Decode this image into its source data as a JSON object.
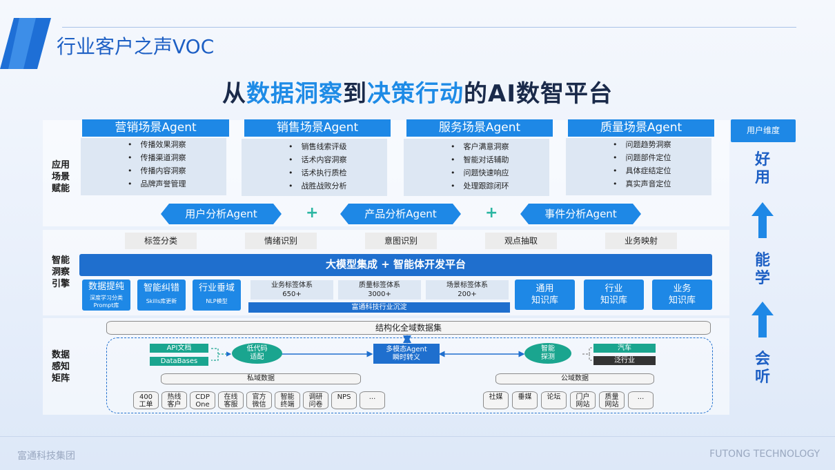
{
  "page_title": "行业客户之声VOC",
  "headline": {
    "p1": "从",
    "p2": "数据洞察",
    "p3": "到",
    "p4": "决策行动",
    "p5": "的AI数智平台"
  },
  "rows": {
    "application": "应用\n场景\n赋能",
    "insight": "智能\n洞察\n引擎",
    "data": "数据\n感知\n矩阵"
  },
  "scene_agents": [
    {
      "title": "营销场景Agent",
      "items": [
        "传播效果洞察",
        "传播渠道洞察",
        "传播内容洞察",
        "品牌声誉管理"
      ]
    },
    {
      "title": "销售场景Agent",
      "items": [
        "销售线索评级",
        "话术内容洞察",
        "话术执行质检",
        "战胜战败分析"
      ]
    },
    {
      "title": "服务场景Agent",
      "items": [
        "客户满意洞察",
        "智能对话辅助",
        "问题快速响应",
        "处理跟踪闭环"
      ]
    },
    {
      "title": "质量场景Agent",
      "items": [
        "问题趋势洞察",
        "问题部件定位",
        "具体症结定位",
        "真实声音定位"
      ]
    }
  ],
  "analysis_agents": [
    "用户分析Agent",
    "产品分析Agent",
    "事件分析Agent"
  ],
  "plus": "+",
  "capabilities": [
    "标签分类",
    "情绪识别",
    "意图识别",
    "观点抽取",
    "业务映射"
  ],
  "platform": "大模型集成 + 智能体开发平台",
  "engines": [
    {
      "title": "数据提纯",
      "sub": "深度学习分类\nPrompt库"
    },
    {
      "title": "智能纠错",
      "sub": "Skills库更新"
    },
    {
      "title": "行业垂域",
      "sub": "NLP模型"
    }
  ],
  "tag_systems": [
    {
      "name": "业务标签体系",
      "count": "650+"
    },
    {
      "name": "质量标签体系",
      "count": "3000+"
    },
    {
      "name": "场景标签体系",
      "count": "200+"
    }
  ],
  "sediment": "富通科技行业沉淀",
  "knowledge": [
    {
      "l1": "通用",
      "l2": "知识库"
    },
    {
      "l1": "行业",
      "l2": "知识库"
    },
    {
      "l1": "业务",
      "l2": "知识库"
    }
  ],
  "dataset": "结构化全域数据集",
  "left_inputs": [
    "API文档",
    "DataBases"
  ],
  "lowcode": {
    "l1": "低代码",
    "l2": "适配"
  },
  "multimodal": {
    "l1": "多模态Agent",
    "l2": "瞬时转义"
  },
  "smartdetect": {
    "l1": "智能",
    "l2": "探测"
  },
  "outputs": [
    "汽车",
    "泛行业"
  ],
  "private": {
    "label": "私域数据",
    "sources": [
      "400\n工单",
      "热线\n客户",
      "CDP\nOne\nID",
      "在线\n客服",
      "官方\n微信",
      "智能\n终端",
      "调研\n问卷",
      "NPS",
      "..."
    ]
  },
  "public": {
    "label": "公域数据",
    "sources": [
      "社媒",
      "垂媒",
      "论坛",
      "门户\n网站",
      "质量\n网站",
      "..."
    ]
  },
  "dimension_label": "用户维度",
  "levels": [
    {
      "c1": "好",
      "c2": "用"
    },
    {
      "c1": "能",
      "c2": "学"
    },
    {
      "c1": "会",
      "c2": "听"
    }
  ],
  "footer": {
    "left": "富通科技集团",
    "right": "FUTONG TECHNOLOGY"
  },
  "colors": {
    "primary": "#1e88e6",
    "navy": "#1f6fce",
    "teal": "#1aa58f",
    "title": "#1d5fc4"
  }
}
